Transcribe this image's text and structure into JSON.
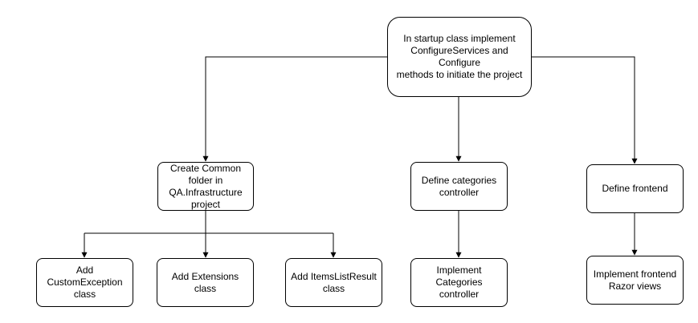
{
  "colors": {
    "stroke": "#000000",
    "fill": "#ffffff",
    "text": "#000000"
  },
  "nodes": {
    "startup": "In startup class implement\nConfigureServices and Configure\nmethods to initiate the project",
    "common": "Create Common\nfolder in\nQA.Infrastructure\nproject",
    "categories_ctrl": "Define categories\ncontroller",
    "frontend": "Define frontend",
    "custom_exception": "Add\nCustomException\nclass",
    "extensions": "Add Extensions class",
    "items_list": "Add ItemsListResult\nclass",
    "impl_categories": "Implement Categories\ncontroller",
    "impl_frontend": "Implement frontend\nRazor views"
  }
}
